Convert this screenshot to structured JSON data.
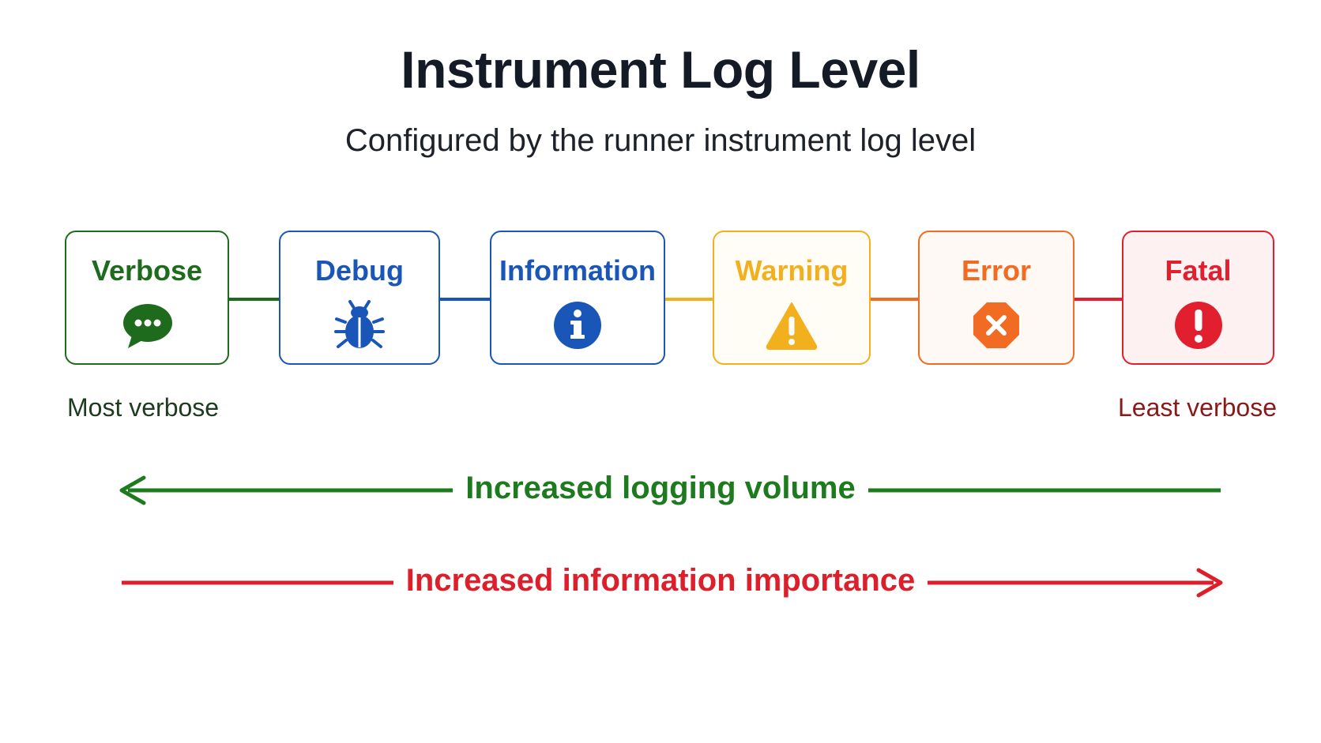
{
  "title": "Instrument Log Level",
  "subtitle": "Configured by the runner instrument log level",
  "levels": [
    {
      "label": "Verbose",
      "icon": "speech-bubble-icon",
      "color": "#1e6b1e",
      "bg": "#ffffff"
    },
    {
      "label": "Debug",
      "icon": "bug-icon",
      "color": "#1a56b8",
      "bg": "#ffffff"
    },
    {
      "label": "Information",
      "icon": "info-icon",
      "color": "#1a56b8",
      "bg": "#ffffff"
    },
    {
      "label": "Warning",
      "icon": "warning-icon",
      "color": "#f2b01e",
      "bg": "#fffdf6"
    },
    {
      "label": "Error",
      "icon": "error-x-icon",
      "color": "#f26b22",
      "bg": "#fff9f5"
    },
    {
      "label": "Fatal",
      "icon": "exclamation-icon",
      "color": "#e21f2e",
      "bg": "#fdf1f2"
    }
  ],
  "connector_colors": [
    "#1e6b1e",
    "#1a56b8",
    "#f2b01e",
    "#f26b22",
    "#e21f2e"
  ],
  "left_label": {
    "text": "Most verbose",
    "color": "#1f3b1f"
  },
  "right_label": {
    "text": "Least verbose",
    "color": "#8a1a1a"
  },
  "arrows": [
    {
      "label": "Increased logging volume",
      "direction": "left",
      "color": "#1e7a1e"
    },
    {
      "label": "Increased information importance",
      "direction": "right",
      "color": "#dd1f2b"
    }
  ]
}
